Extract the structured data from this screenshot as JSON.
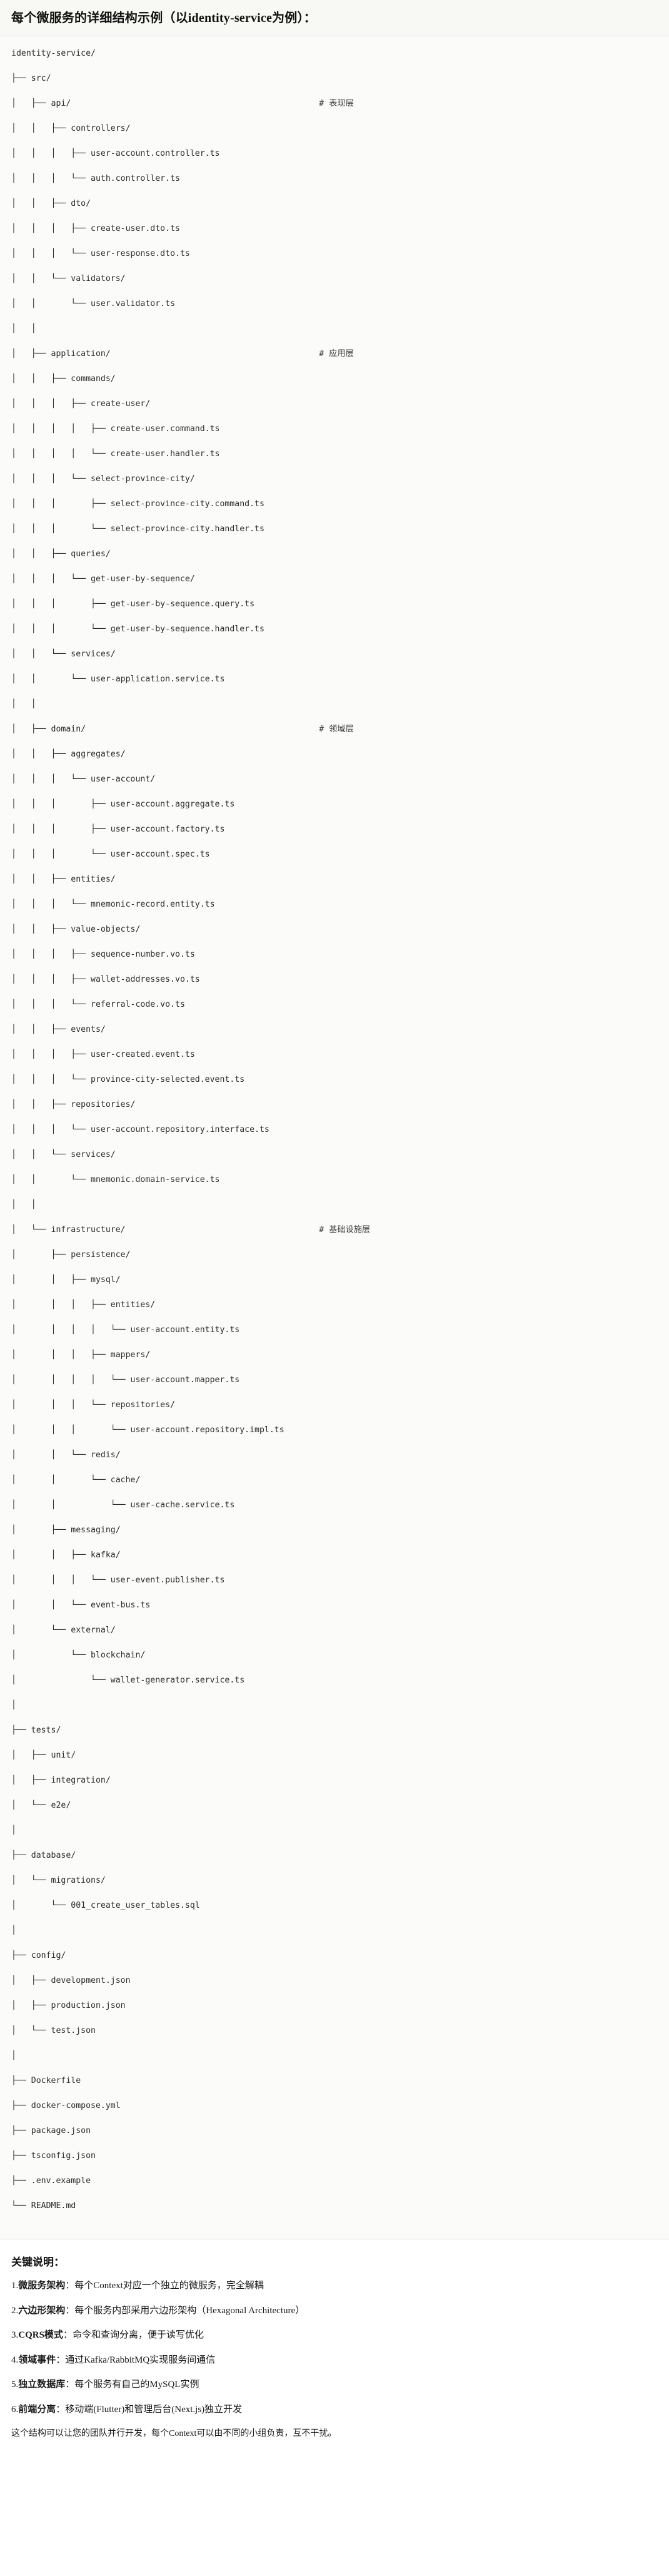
{
  "header": {
    "title": "每个微服务的详细结构示例（以identity-service为例）："
  },
  "tree": {
    "lines": [
      {
        "text": "identity-service/",
        "comment": ""
      },
      {
        "text": "├── src/",
        "comment": ""
      },
      {
        "text": "│   ├── api/",
        "comment": "# 表现层"
      },
      {
        "text": "│   │   ├── controllers/",
        "comment": ""
      },
      {
        "text": "│   │   │   ├── user-account.controller.ts",
        "comment": ""
      },
      {
        "text": "│   │   │   └── auth.controller.ts",
        "comment": ""
      },
      {
        "text": "│   │   ├── dto/",
        "comment": ""
      },
      {
        "text": "│   │   │   ├── create-user.dto.ts",
        "comment": ""
      },
      {
        "text": "│   │   │   └── user-response.dto.ts",
        "comment": ""
      },
      {
        "text": "│   │   └── validators/",
        "comment": ""
      },
      {
        "text": "│   │       └── user.validator.ts",
        "comment": ""
      },
      {
        "text": "│   │",
        "comment": ""
      },
      {
        "text": "│   ├── application/",
        "comment": "# 应用层"
      },
      {
        "text": "│   │   ├── commands/",
        "comment": ""
      },
      {
        "text": "│   │   │   ├── create-user/",
        "comment": ""
      },
      {
        "text": "│   │   │   │   ├── create-user.command.ts",
        "comment": ""
      },
      {
        "text": "│   │   │   │   └── create-user.handler.ts",
        "comment": ""
      },
      {
        "text": "│   │   │   └── select-province-city/",
        "comment": ""
      },
      {
        "text": "│   │   │       ├── select-province-city.command.ts",
        "comment": ""
      },
      {
        "text": "│   │   │       └── select-province-city.handler.ts",
        "comment": ""
      },
      {
        "text": "│   │   ├── queries/",
        "comment": ""
      },
      {
        "text": "│   │   │   └── get-user-by-sequence/",
        "comment": ""
      },
      {
        "text": "│   │   │       ├── get-user-by-sequence.query.ts",
        "comment": ""
      },
      {
        "text": "│   │   │       └── get-user-by-sequence.handler.ts",
        "comment": ""
      },
      {
        "text": "│   │   └── services/",
        "comment": ""
      },
      {
        "text": "│   │       └── user-application.service.ts",
        "comment": ""
      },
      {
        "text": "│   │",
        "comment": ""
      },
      {
        "text": "│   ├── domain/",
        "comment": "# 领域层"
      },
      {
        "text": "│   │   ├── aggregates/",
        "comment": ""
      },
      {
        "text": "│   │   │   └── user-account/",
        "comment": ""
      },
      {
        "text": "│   │   │       ├── user-account.aggregate.ts",
        "comment": ""
      },
      {
        "text": "│   │   │       ├── user-account.factory.ts",
        "comment": ""
      },
      {
        "text": "│   │   │       └── user-account.spec.ts",
        "comment": ""
      },
      {
        "text": "│   │   ├── entities/",
        "comment": ""
      },
      {
        "text": "│   │   │   └── mnemonic-record.entity.ts",
        "comment": ""
      },
      {
        "text": "│   │   ├── value-objects/",
        "comment": ""
      },
      {
        "text": "│   │   │   ├── sequence-number.vo.ts",
        "comment": ""
      },
      {
        "text": "│   │   │   ├── wallet-addresses.vo.ts",
        "comment": ""
      },
      {
        "text": "│   │   │   └── referral-code.vo.ts",
        "comment": ""
      },
      {
        "text": "│   │   ├── events/",
        "comment": ""
      },
      {
        "text": "│   │   │   ├── user-created.event.ts",
        "comment": ""
      },
      {
        "text": "│   │   │   └── province-city-selected.event.ts",
        "comment": ""
      },
      {
        "text": "│   │   ├── repositories/",
        "comment": ""
      },
      {
        "text": "│   │   │   └── user-account.repository.interface.ts",
        "comment": ""
      },
      {
        "text": "│   │   └── services/",
        "comment": ""
      },
      {
        "text": "│   │       └── mnemonic.domain-service.ts",
        "comment": ""
      },
      {
        "text": "│   │",
        "comment": ""
      },
      {
        "text": "│   └── infrastructure/",
        "comment": "# 基础设施层"
      },
      {
        "text": "│       ├── persistence/",
        "comment": ""
      },
      {
        "text": "│       │   ├── mysql/",
        "comment": ""
      },
      {
        "text": "│       │   │   ├── entities/",
        "comment": ""
      },
      {
        "text": "│       │   │   │   └── user-account.entity.ts",
        "comment": ""
      },
      {
        "text": "│       │   │   ├── mappers/",
        "comment": ""
      },
      {
        "text": "│       │   │   │   └── user-account.mapper.ts",
        "comment": ""
      },
      {
        "text": "│       │   │   └── repositories/",
        "comment": ""
      },
      {
        "text": "│       │   │       └── user-account.repository.impl.ts",
        "comment": ""
      },
      {
        "text": "│       │   └── redis/",
        "comment": ""
      },
      {
        "text": "│       │       └── cache/",
        "comment": ""
      },
      {
        "text": "│       │           └── user-cache.service.ts",
        "comment": ""
      },
      {
        "text": "│       ├── messaging/",
        "comment": ""
      },
      {
        "text": "│       │   ├── kafka/",
        "comment": ""
      },
      {
        "text": "│       │   │   └── user-event.publisher.ts",
        "comment": ""
      },
      {
        "text": "│       │   └── event-bus.ts",
        "comment": ""
      },
      {
        "text": "│       └── external/",
        "comment": ""
      },
      {
        "text": "│           └── blockchain/",
        "comment": ""
      },
      {
        "text": "│               └── wallet-generator.service.ts",
        "comment": ""
      },
      {
        "text": "│",
        "comment": ""
      },
      {
        "text": "├── tests/",
        "comment": ""
      },
      {
        "text": "│   ├── unit/",
        "comment": ""
      },
      {
        "text": "│   ├── integration/",
        "comment": ""
      },
      {
        "text": "│   └── e2e/",
        "comment": ""
      },
      {
        "text": "│",
        "comment": ""
      },
      {
        "text": "├── database/",
        "comment": ""
      },
      {
        "text": "│   └── migrations/",
        "comment": ""
      },
      {
        "text": "│       └── 001_create_user_tables.sql",
        "comment": ""
      },
      {
        "text": "│",
        "comment": ""
      },
      {
        "text": "├── config/",
        "comment": ""
      },
      {
        "text": "│   ├── development.json",
        "comment": ""
      },
      {
        "text": "│   ├── production.json",
        "comment": ""
      },
      {
        "text": "│   └── test.json",
        "comment": ""
      },
      {
        "text": "│",
        "comment": ""
      },
      {
        "text": "├── Dockerfile",
        "comment": ""
      },
      {
        "text": "├── docker-compose.yml",
        "comment": ""
      },
      {
        "text": "├── package.json",
        "comment": ""
      },
      {
        "text": "├── tsconfig.json",
        "comment": ""
      },
      {
        "text": "├── .env.example",
        "comment": ""
      },
      {
        "text": "└── README.md",
        "comment": ""
      }
    ],
    "comment_column": 62
  },
  "notes": {
    "heading": "关键说明：",
    "items": [
      {
        "index": "1.",
        "term": "微服务架构",
        "sep": "：",
        "desc": "每个Context对应一个独立的微服务，完全解耦"
      },
      {
        "index": "2.",
        "term": "六边形架构",
        "sep": "：",
        "desc": "每个服务内部采用六边形架构（Hexagonal Architecture）"
      },
      {
        "index": "3.",
        "term": "CQRS模式",
        "sep": "：",
        "desc": "命令和查询分离，便于读写优化"
      },
      {
        "index": "4.",
        "term": "领域事件",
        "sep": "：",
        "desc": "通过Kafka/RabbitMQ实现服务间通信"
      },
      {
        "index": "5.",
        "term": "独立数据库",
        "sep": "：",
        "desc": "每个服务有自己的MySQL实例"
      },
      {
        "index": "6.",
        "term": "前端分离",
        "sep": "：",
        "desc": "移动端(Flutter)和管理后台(Next.js)独立开发"
      }
    ],
    "closing": "这个结构可以让您的团队并行开发，每个Context可以由不同的小组负责，互不干扰。"
  }
}
